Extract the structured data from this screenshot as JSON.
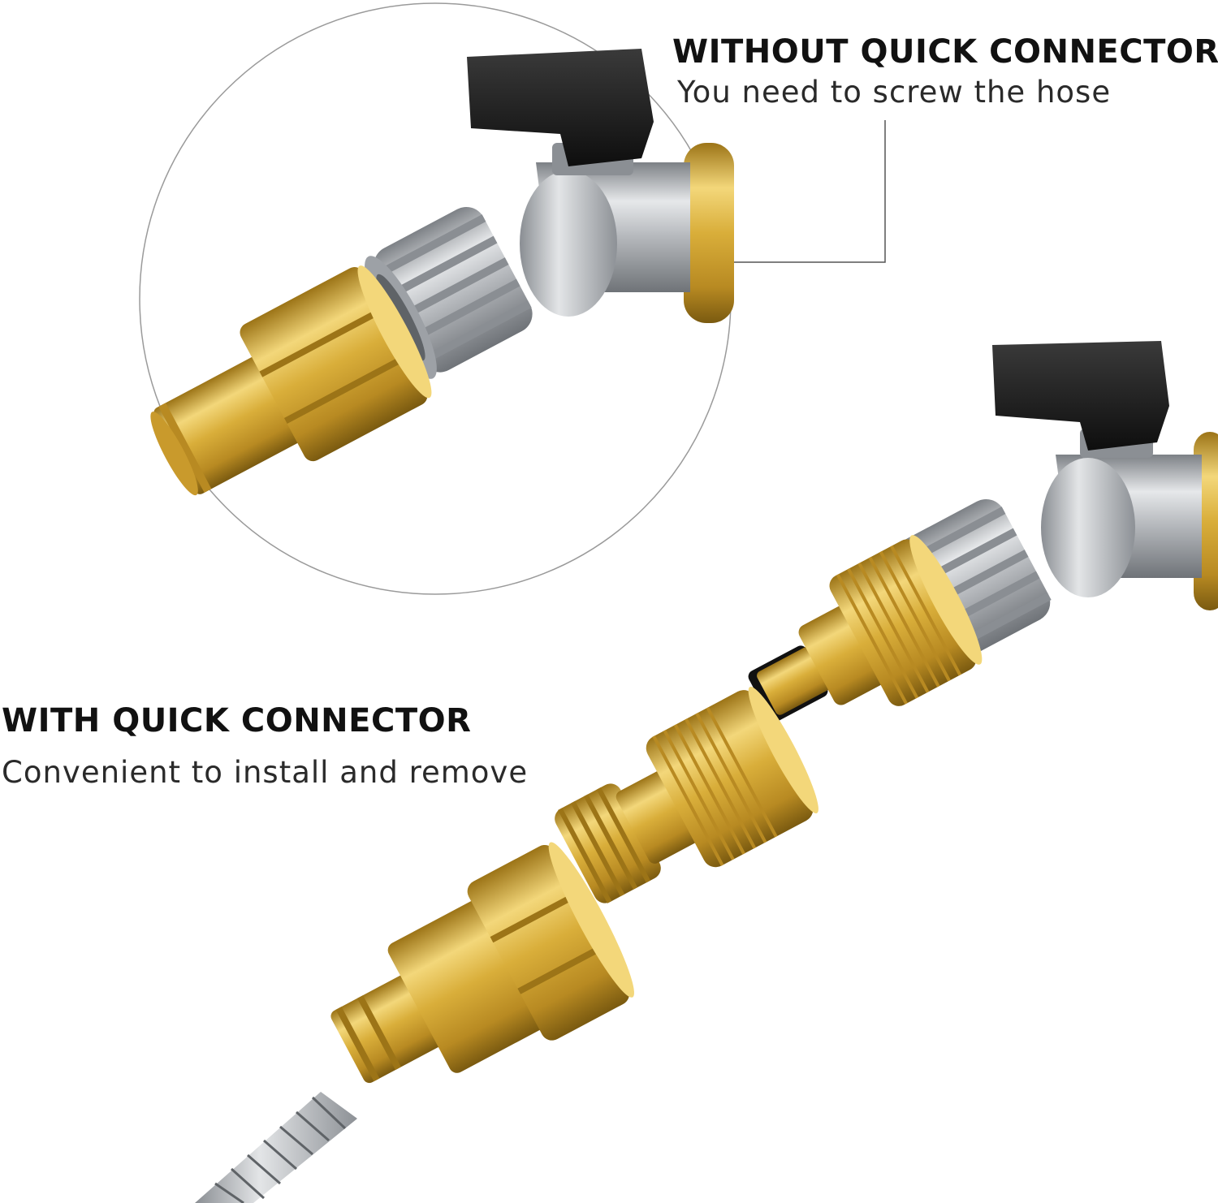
{
  "captions": {
    "without": {
      "title": "WITHOUT QUICK CONNECTOR",
      "subtitle": "You need to screw the hose"
    },
    "with": {
      "title": "WITH QUICK CONNECTOR",
      "subtitle": "Convenient to install and remove"
    }
  },
  "colors": {
    "brass": "#d9ae3a",
    "brass_light": "#f3d77a",
    "brass_dark": "#9c7417",
    "chrome": "#b9bcc0",
    "chrome_light": "#e6e8ea",
    "chrome_dark": "#7d8186",
    "handle": "#1b1b1b",
    "circle_outline": "#9a9a9a"
  }
}
